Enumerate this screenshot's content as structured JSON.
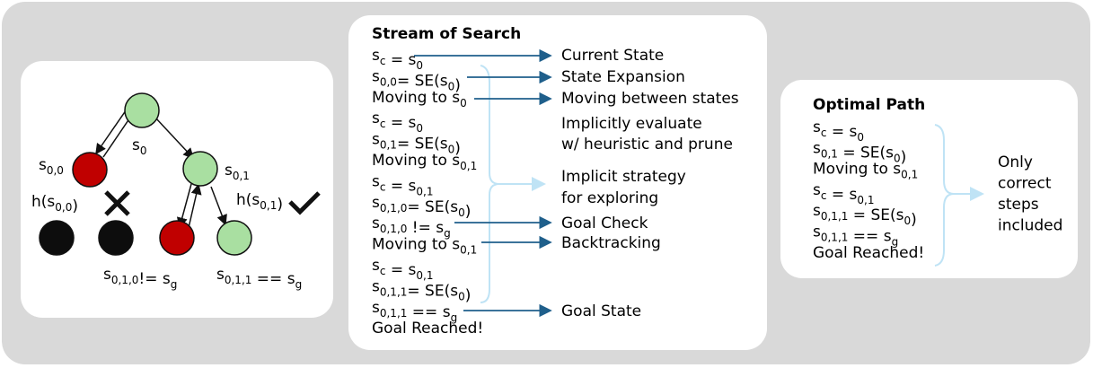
{
  "tree": {
    "root_label": "s_0",
    "left_label": "s_{0,0}",
    "right_label": "s_{0,1}",
    "h_left": "h(s_{0,0})",
    "h_right": "h(s_{0,1})",
    "bottom_left_label": "s_{0,1,0}!= s_g",
    "bottom_right_label": "s_{0,1,1} == s_g",
    "colors": {
      "green": "#a9dfa1",
      "red": "#c00000",
      "black": "#0d0d0d"
    }
  },
  "stream": {
    "title": "Stream of Search",
    "lines": [
      "s_c = s_0",
      "s_{0,0}= SE(s_0)",
      "Moving to s_0",
      "s_c = s_0",
      "s_{0,1}= SE(s_0)",
      "Moving to s_{0,1}",
      "s_c = s_{0,1}",
      "s_{0,1,0}= SE(s_0)",
      "s_{0,1,0} != s_g",
      "Moving to s_{0,1}",
      "s_c = s_{0,1}",
      "s_{0,1,1}= SE(s_0)",
      "s_{0,1,1} == s_g",
      "Goal Reached!"
    ],
    "annotations": [
      "Current State",
      "State Expansion",
      "Moving between states",
      "Implicitly evaluate",
      "w/ heuristic and prune",
      "Implicit strategy",
      "for exploring",
      "Goal Check",
      "Backtracking",
      "Goal State"
    ]
  },
  "optimal": {
    "title": "Optimal Path",
    "lines": [
      "s_c = s_0",
      "s_{0,1} = SE(s_0)",
      "Moving to s_{0,1}",
      "s_c = s_{0,1}",
      "s_{0,1,1} = SE(s_0)",
      "s_{0,1,1} == s_g",
      "Goal Reached!"
    ],
    "note": [
      "Only",
      "correct",
      "steps",
      "included"
    ]
  },
  "arrow_color": "#1f5f8b",
  "brace_color": "#bfe3f5"
}
